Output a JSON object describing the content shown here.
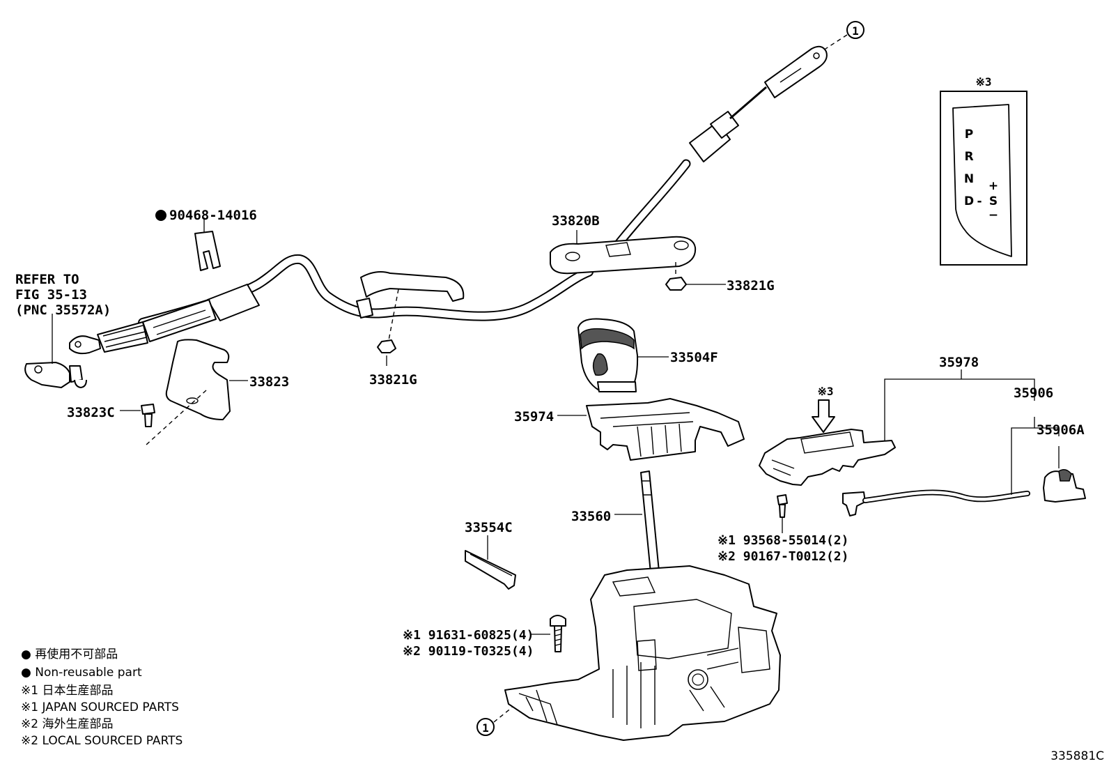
{
  "callouts": {
    "top_circle": "1",
    "bottom_circle": "1",
    "gate_marker": "※3",
    "switch_marker": "※3"
  },
  "gate": {
    "p": "P",
    "r": "R",
    "n": "N",
    "d": "D",
    "dash": "-",
    "s": "S",
    "plus": "+",
    "minus": "−"
  },
  "refer": {
    "line1": "REFER TO",
    "line2": "FIG 35-13",
    "line3": "(PNC 35572A)"
  },
  "parts": {
    "p90468": "90468-14016",
    "p33820b": "33820B",
    "p33821g_right": "33821G",
    "p33821g_center": "33821G",
    "p33504f": "33504F",
    "p33823": "33823",
    "p33823c": "33823C",
    "p35974": "35974",
    "p35978": "35978",
    "p35906": "35906",
    "p35906a": "35906A",
    "p33560": "33560",
    "p33554c": "33554C",
    "sw_bolt_1": "※1  93568-55014(2)",
    "sw_bolt_2": "※2  90167-T0012(2)",
    "base_bolt_1": "※1  91631-60825(4)",
    "base_bolt_2": "※2  90119-T0325(4)"
  },
  "legend": {
    "l1": "●  再使用不可部品",
    "l2": "●  Non-reusable part",
    "l3": "※1 日本生産部品",
    "l4": "※1 JAPAN SOURCED PARTS",
    "l5": "※2 海外生産部品",
    "l6": "※2 LOCAL SOURCED PARTS"
  },
  "figure_code": "335881C"
}
